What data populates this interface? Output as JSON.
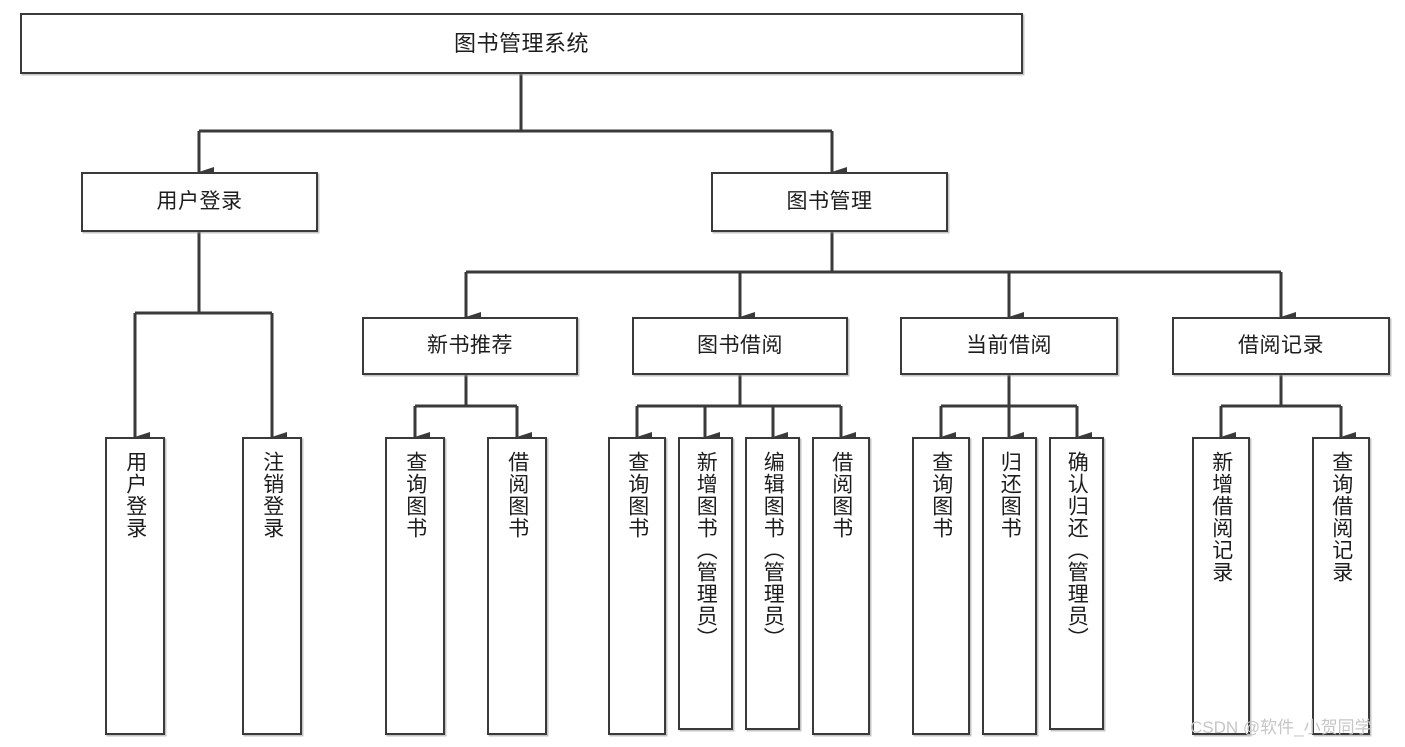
{
  "diagram": {
    "title": "图书管理系统",
    "watermark": "CSDN @软件_小贺同学",
    "colors": {
      "border": "#3a3a3a",
      "background": "#ffffff",
      "text": "#1d1d1d",
      "connector": "#3a3a3a",
      "watermark": "#c6c6c6"
    },
    "nodes": {
      "root": "图书管理系统",
      "level2": {
        "user_login": "用户登录",
        "book_manage": "图书管理"
      },
      "level3": {
        "new_book_recommend": "新书推荐",
        "book_borrow": "图书借阅",
        "current_borrow": "当前借阅",
        "borrow_record": "借阅记录"
      },
      "leaves": {
        "user_login_1": "用户登录",
        "user_login_2": "注销登录",
        "recommend_1": "查询图书",
        "recommend_2": "借阅图书",
        "borrow_1": "查询图书",
        "borrow_2": "新增图书（管理员）",
        "borrow_3": "编辑图书（管理员）",
        "borrow_4": "借阅图书",
        "current_1": "查询图书",
        "current_2": "归还图书",
        "current_3": "确认归还（管理员）",
        "record_1": "新增借阅记录",
        "record_2": "查询借阅记录"
      }
    }
  }
}
